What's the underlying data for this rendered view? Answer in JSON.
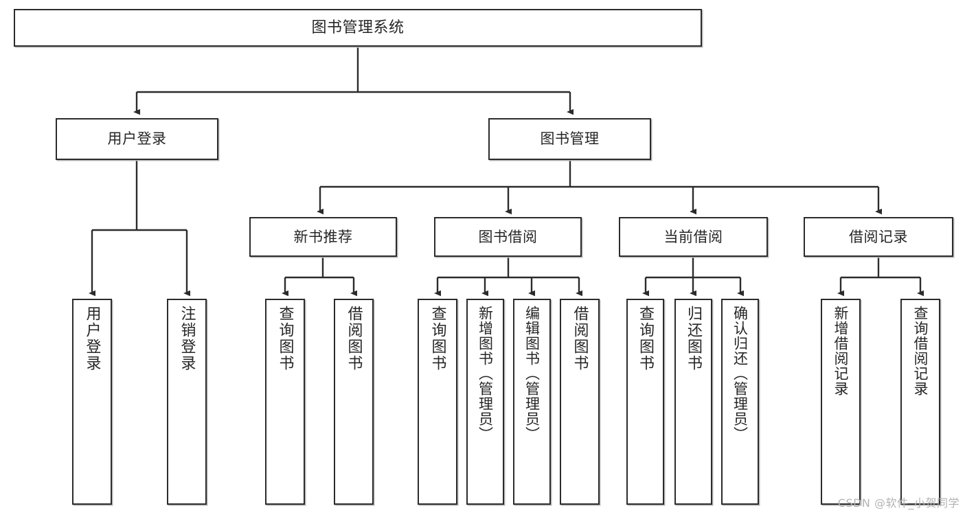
{
  "diagram": {
    "title": "图书管理系统",
    "type": "tree-hierarchy",
    "watermark": "CSDN @软件_小贺同学",
    "colors": {
      "box_border": "#2b2b2b",
      "box_fill": "#ffffff",
      "edge": "#2b2b2b",
      "text": "#262626",
      "watermark": "#b3b3b3",
      "background": "#ffffff"
    }
  },
  "nodes": {
    "root": {
      "label": "图书管理系统"
    },
    "level2": [
      {
        "id": "user-login",
        "label": "用户登录"
      },
      {
        "id": "book-management",
        "label": "图书管理"
      }
    ],
    "level3": [
      {
        "id": "new-book-recommend",
        "label": "新书推荐"
      },
      {
        "id": "book-borrow",
        "label": "图书借阅"
      },
      {
        "id": "current-borrow",
        "label": "当前借阅"
      },
      {
        "id": "borrow-record",
        "label": "借阅记录"
      }
    ],
    "leaves": {
      "user-login": [
        {
          "id": "leaf-user-login",
          "label": "用户登录"
        },
        {
          "id": "leaf-user-logout",
          "label": "注销登录"
        }
      ],
      "new-book-recommend": [
        {
          "id": "leaf-query-book-1",
          "label": "查询图书"
        },
        {
          "id": "leaf-borrow-book-1",
          "label": "借阅图书"
        }
      ],
      "book-borrow": [
        {
          "id": "leaf-query-book-2",
          "label": "查询图书"
        },
        {
          "id": "leaf-add-book",
          "label": "新增图书（管理员）"
        },
        {
          "id": "leaf-edit-book",
          "label": "编辑图书（管理员）"
        },
        {
          "id": "leaf-borrow-book-2",
          "label": "借阅图书"
        }
      ],
      "current-borrow": [
        {
          "id": "leaf-query-book-3",
          "label": "查询图书"
        },
        {
          "id": "leaf-return-book",
          "label": "归还图书"
        },
        {
          "id": "leaf-confirm-return",
          "label": "确认归还（管理员）"
        }
      ],
      "borrow-record": [
        {
          "id": "leaf-add-record",
          "label": "新增借阅记录"
        },
        {
          "id": "leaf-query-record",
          "label": "查询借阅记录"
        }
      ]
    }
  }
}
